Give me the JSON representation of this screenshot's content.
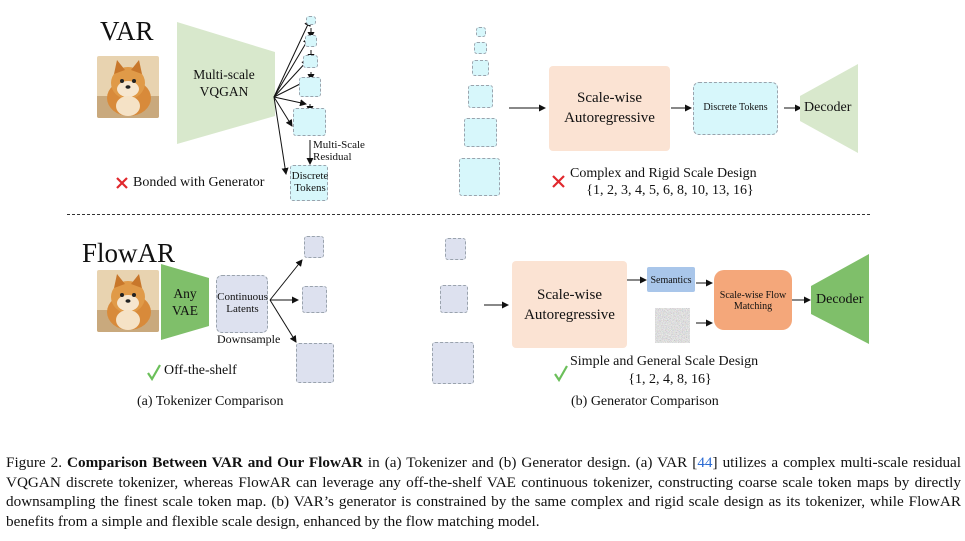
{
  "top": {
    "title": "VAR",
    "encoder_label": "Multi-scale VQGAN",
    "multiscale_label": "Multi-Scale Residual",
    "discrete_tokens_label": "Discrete Tokens",
    "bonded_note": "Bonded with Generator",
    "generator_label": "Scale-wise Autoregressive",
    "token_box_label": "Discrete Tokens",
    "decoder_label": "Decoder",
    "scale_note": "Complex and Rigid Scale Design",
    "scale_values": "{1, 2, 3, 4, 5, 6, 8, 10, 13, 16}"
  },
  "bottom": {
    "title": "FlowAR",
    "encoder_label": "Any VAE",
    "latents_label": "Continuous Latents",
    "downsample_label": "Downsample",
    "offshelf_note": "Off-the-shelf",
    "generator_label": "Scale-wise Autoregressive",
    "semantics_label": "Semantics",
    "flow_label": "Scale-wise Flow Matching",
    "decoder_label": "Decoder",
    "scale_note": "Simple and General Scale Design",
    "scale_values": "{1, 2, 4, 8, 16}"
  },
  "subcaptions": {
    "a": "(a) Tokenizer Comparison",
    "b": "(b) Generator Comparison"
  },
  "caption": {
    "prefix": "Figure 2.",
    "bold": "Comparison Between VAR and Our FlowAR",
    "part1": " in (a) Tokenizer and (b) Generator design. (a) VAR [",
    "ref": "44",
    "part2": "] utilizes a complex multi-scale residual VQGAN discrete tokenizer, whereas FlowAR can leverage any off-the-shelf VAE continuous tokenizer, constructing coarse scale token maps by directly downsampling the finest scale token map. (b) VAR’s generator is constrained by the same complex and rigid scale design as its tokenizer, while FlowAR benefits from a simple and flexible scale design, enhanced by the flow matching model."
  },
  "colors": {
    "encoder_green_light": "#d8e8cc",
    "encoder_green": "#7fbf6a",
    "generator_peach": "#fbe3d3",
    "flow_orange": "#f4a77a",
    "semantics_blue": "#a9c6ea",
    "token_cyan": "#d7f7fb",
    "latent_lavender": "#dde1ef",
    "cross_red": "#e0282d",
    "check_green": "#6bbf5a",
    "ref_blue": "#2a6ad2"
  },
  "icons": [
    "dog-image-icon",
    "cross-icon",
    "check-icon",
    "noise-image-icon"
  ]
}
